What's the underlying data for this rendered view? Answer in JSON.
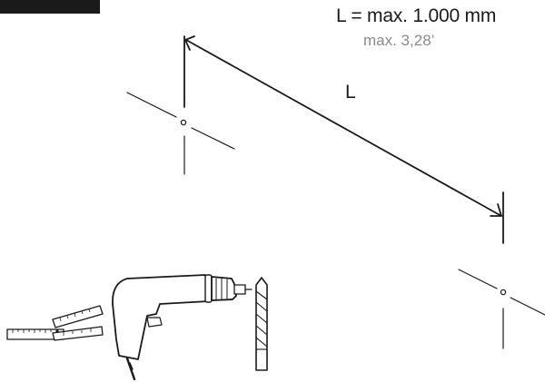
{
  "spec": {
    "length_max_metric": "L = max. 1.000 mm",
    "length_max_imperial": "max. 3,28’"
  },
  "dimension_label": "L",
  "colors": {
    "ink": "#1a1a1a",
    "secondary_text": "#8a8a8a",
    "background": "#ffffff"
  },
  "icons": [
    "folding-ruler-icon",
    "power-drill-icon",
    "drill-bit-icon"
  ]
}
